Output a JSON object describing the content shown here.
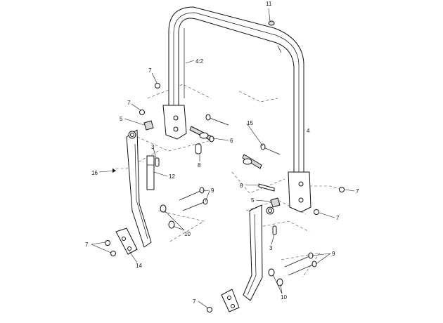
{
  "diagram": {
    "callouts": {
      "c11": "11",
      "c4_2": "4:2",
      "c7_top": "7",
      "c7_mid": "7",
      "c5_left": "5",
      "c15": "15",
      "c4": "4",
      "c6": "6",
      "c3_left": "3",
      "c8_left": "8",
      "c16": "16",
      "c12": "12",
      "c8_right": "8",
      "c7_right_a": "7",
      "c9_left": "9",
      "c5_right": "5",
      "c7_right_b": "7",
      "c10_left": "10",
      "c3_right": "3",
      "c7_bottom_left": "7",
      "c14": "14",
      "c9_right": "9",
      "c10_right": "10",
      "c7_bottom": "7"
    }
  }
}
